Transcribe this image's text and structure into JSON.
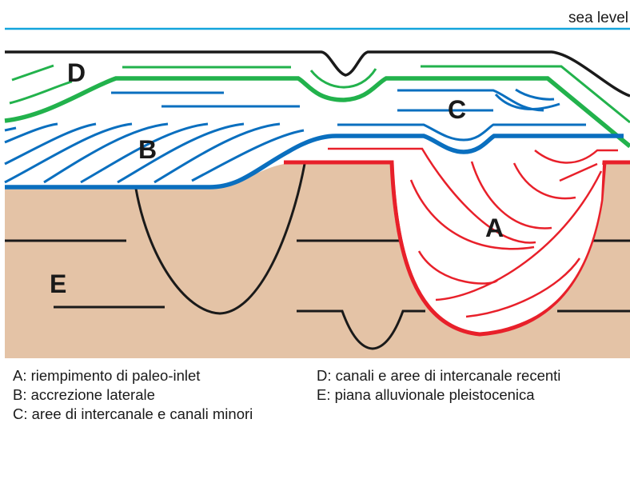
{
  "header": {
    "sea_level_label": "sea level"
  },
  "units": {
    "A": "A",
    "B": "B",
    "C": "C",
    "D": "D",
    "E": "E"
  },
  "legend": {
    "left": [
      "A: riempimento di paleo-inlet",
      "B: accrezione laterale",
      "C: aree di intercanale e canali minori"
    ],
    "right": [
      "D: canali e aree di intercanale recenti",
      "E: piana alluvionale pleistocenica"
    ]
  },
  "colors": {
    "sea_level": "#12a4dc",
    "surface": "#1a1a1a",
    "unit_A": "#e8202a",
    "unit_B_C": "#0a6fbf",
    "unit_D": "#22b24c",
    "unit_E_fill": "#e4c3a6",
    "unit_E_lines": "#1a1a1a"
  }
}
